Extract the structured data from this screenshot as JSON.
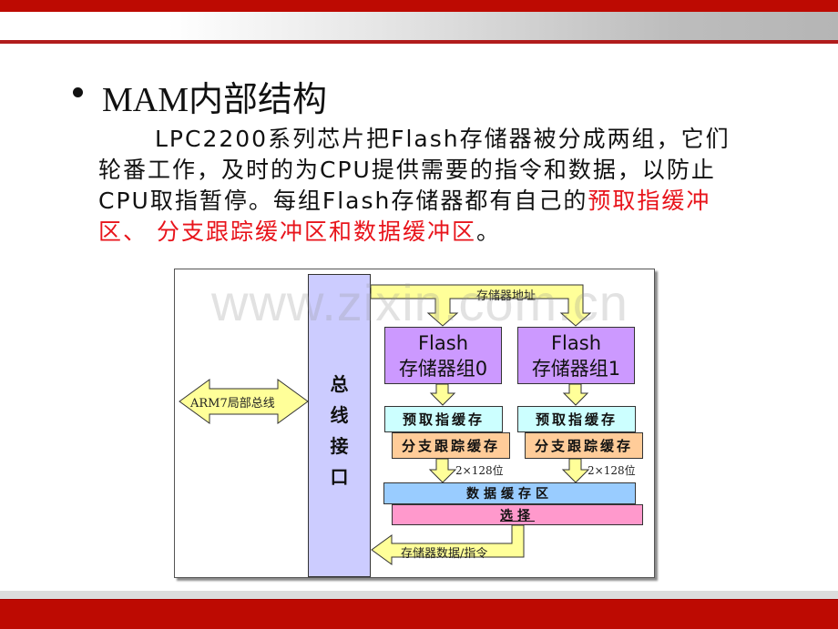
{
  "slide": {
    "title": "MAM内部结构",
    "paragraph": {
      "black_text": "LPC2200系列芯片把Flash存储器被分成两组，它们轮番工作，及时的为CPU提供需要的指令和数据，以防止CPU取指暂停。每组Flash存储器都有自己的",
      "red_text": "预取指缓冲区、 分支跟踪缓冲区和数据缓冲区",
      "end_text": "。"
    },
    "colors": {
      "accent_red": "#bd0a02",
      "highlight_red": "#e8141b"
    }
  },
  "diagram": {
    "bus_interface": [
      "总",
      "线",
      "接",
      "口"
    ],
    "arm_bus_label": "ARM7局部总线",
    "address_label": "存储器地址",
    "flash_groups": [
      {
        "line1": "Flash",
        "line2": "存储器组0",
        "prefetch": "预取指缓存",
        "branch": "分支跟踪缓存",
        "width_label": "2×128位"
      },
      {
        "line1": "Flash",
        "line2": "存储器组1",
        "prefetch": "预取指缓存",
        "branch": "分支跟踪缓存",
        "width_label": "2×128位"
      }
    ],
    "data_buffer": "数据缓存区",
    "select": "选择",
    "data_out_label": "存储器数据/指令",
    "watermark": "www.zixin.com.cn"
  }
}
